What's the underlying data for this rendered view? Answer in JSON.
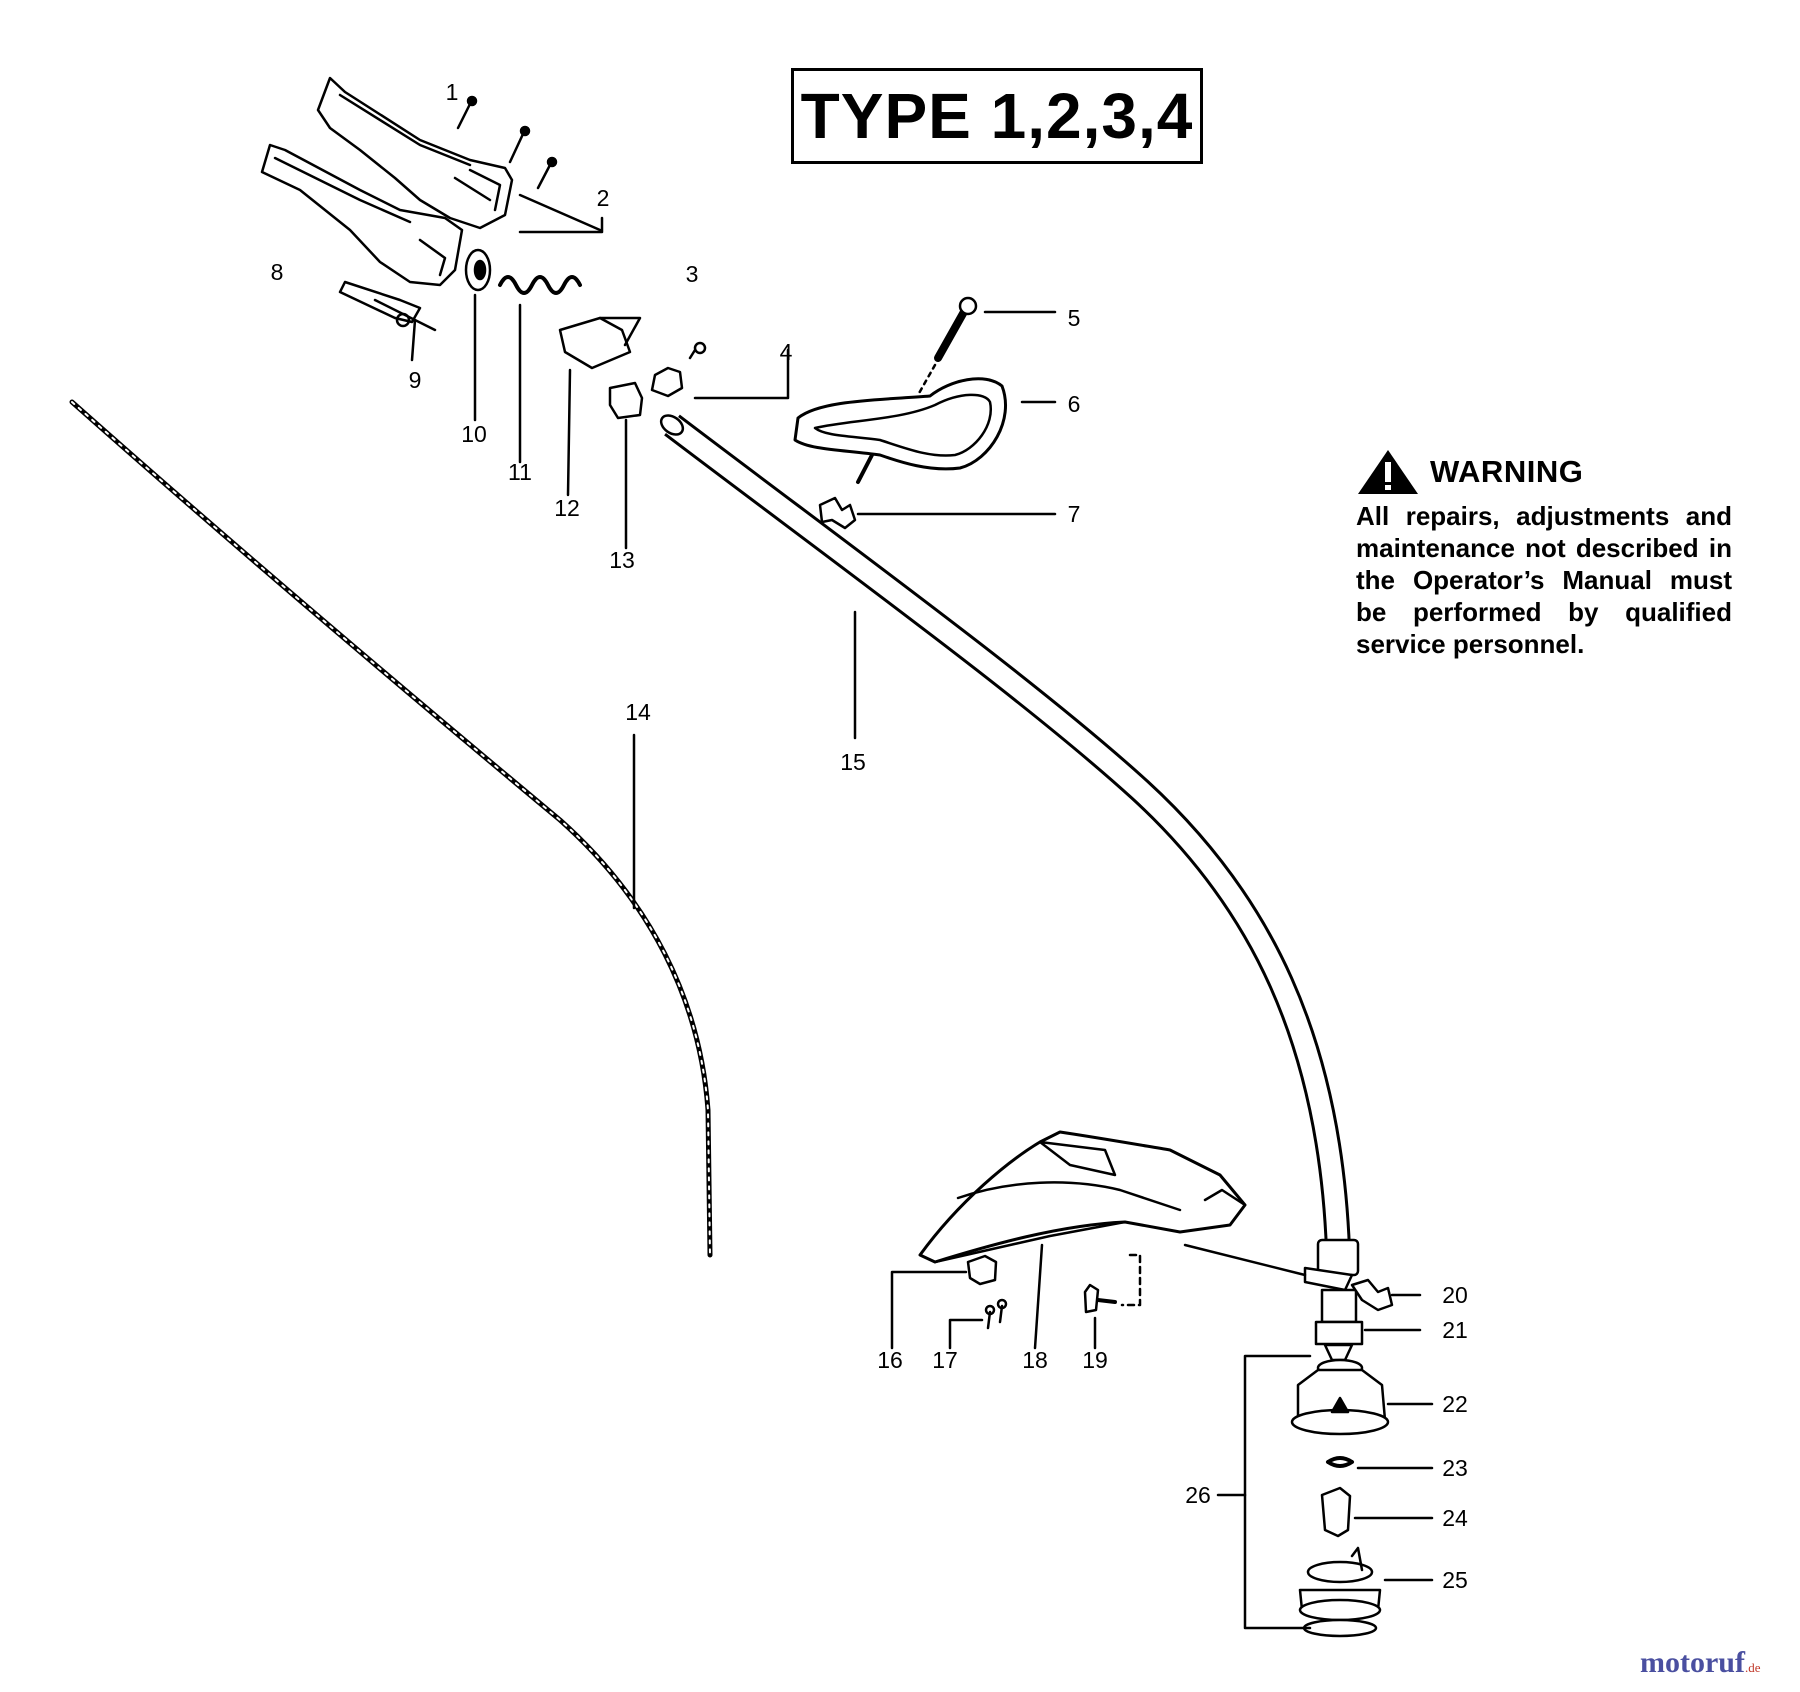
{
  "title": "TYPE 1,2,3,4",
  "warning": {
    "heading": "WARNING",
    "body": "All repairs, adjustments and maintenance not described in the Operator’s Manual must be performed by qualified service personnel."
  },
  "callouts": [
    "1",
    "2",
    "3",
    "4",
    "5",
    "6",
    "7",
    "8",
    "9",
    "10",
    "11",
    "12",
    "13",
    "14",
    "15",
    "16",
    "17",
    "18",
    "19",
    "20",
    "21",
    "22",
    "23",
    "24",
    "25",
    "26"
  ],
  "watermark": {
    "brand": "motoruf",
    "suffix": ".de"
  },
  "icons": [
    "warning-triangle-icon"
  ]
}
